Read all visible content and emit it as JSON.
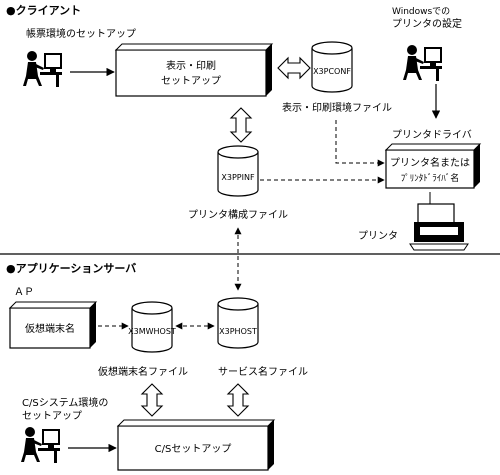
{
  "sections": {
    "client": "●クライアント",
    "app_server": "●アプリケーションサーバ"
  },
  "client": {
    "form_env_setup": "帳票環境のセットアップ",
    "display_print_setup": [
      "表示・印刷",
      "セットアップ"
    ],
    "x3pconf": "X3PCONF",
    "display_print_env_file": "表示・印刷環境ファイル",
    "windows_printer_setup": [
      "Windowsでの",
      "プリンタの設定"
    ],
    "printer_driver": "プリンタドライバ",
    "printer_name_or_driver": [
      "プリンタ名または",
      "ﾌﾟﾘﾝﾀﾄﾞﾗｲﾊﾞ名"
    ],
    "x3ppinf": "X3PPINF",
    "printer_config_file": "プリンタ構成ファイル",
    "printer": "プリンタ"
  },
  "server": {
    "ap": "ＡＰ",
    "virtual_terminal_name": "仮想端末名",
    "x3mwhost": "X3MWHOST",
    "x3phost": "X3PHOST",
    "virtual_terminal_name_file": "仮想端末名ファイル",
    "service_name_file": "サービス名ファイル",
    "cs_env_setup": [
      "C/Sシステム環境の",
      "セットアップ"
    ],
    "cs_setup": "C/Sセットアップ"
  }
}
